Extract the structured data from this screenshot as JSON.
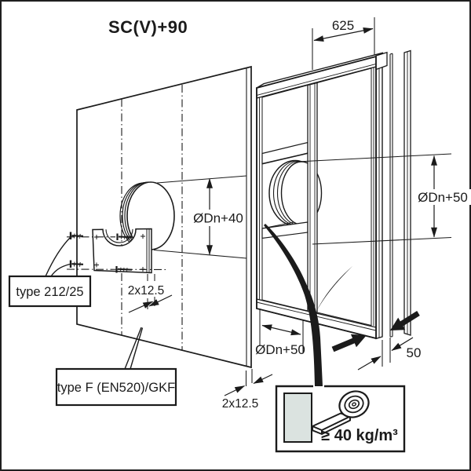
{
  "diagram": {
    "title": "SC(V)+90",
    "colors": {
      "line": "#1b1b1b",
      "mineral_wool": "#dbe3e0",
      "background": "#ffffff"
    },
    "dimensions": {
      "stud_spacing": "625",
      "left_hole_diameter": "ØDn+40",
      "right_hole_diameter": "ØDn+50",
      "bottom_hole_diameter": "ØDn+50",
      "left_board_thickness": "2x12.5",
      "bottom_board_thickness": "2x12.5",
      "wall_offset": "50"
    },
    "labels": {
      "bracket": "type 212/25",
      "board": "type F (EN520)/GKF"
    },
    "legend": {
      "density": "≥ 40 kg/m³",
      "swatch_icon": "mineral-wool-swatch",
      "roll_icon": "mineral-wool-roll-icon"
    }
  }
}
